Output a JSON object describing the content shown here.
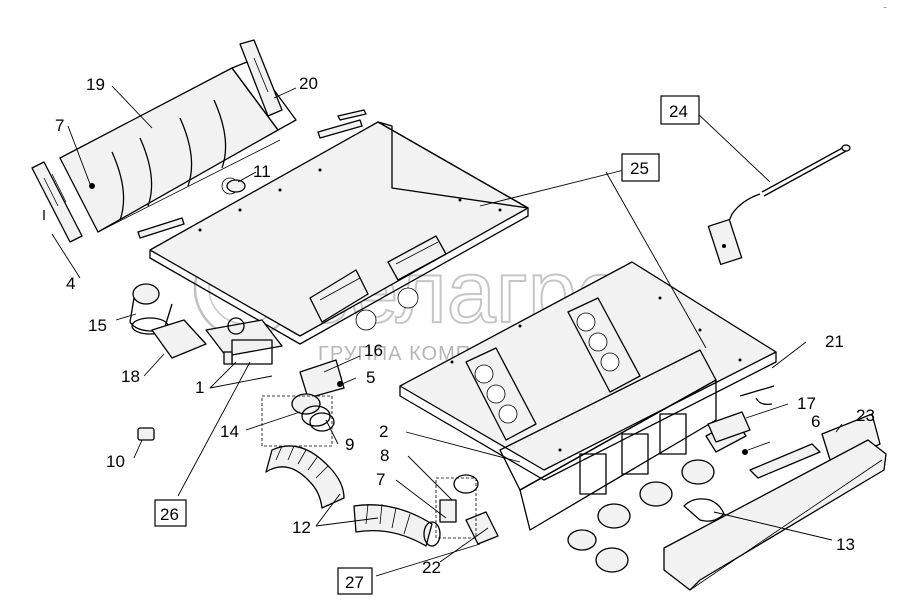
{
  "watermark": {
    "logo_text": "белагро",
    "subtitle": "ГРУППА КОМПАНИЙ"
  },
  "corner_mark": "~",
  "labels": {
    "l1": "1",
    "l2": "2",
    "l4": "4",
    "l5": "5",
    "l6": "6",
    "l7a": "7",
    "l7b": "7",
    "l8": "8",
    "l9": "9",
    "l10": "10",
    "l11": "11",
    "l12": "12",
    "l13": "13",
    "l14": "14",
    "l15": "15",
    "l16": "16",
    "l17": "17",
    "l18": "18",
    "l19": "19",
    "l20": "20",
    "l21": "21",
    "l22": "22",
    "l23": "23"
  },
  "boxed_labels": {
    "b24": "24",
    "b25": "25",
    "b26": "26",
    "b27": "27"
  }
}
